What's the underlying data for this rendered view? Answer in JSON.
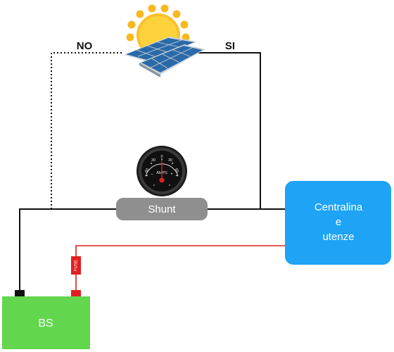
{
  "labels": {
    "no": "NO",
    "si": "SI",
    "shunt": "Shunt",
    "battery": "BS",
    "fuse": "FUSE",
    "controller_line1": "Centralina",
    "controller_line2": "e",
    "controller_line3": "utenze"
  },
  "gauge": {
    "unit": "AMPS",
    "ticks": [
      "60",
      "30",
      "0",
      "30",
      "60"
    ],
    "signs": [
      "–",
      "+"
    ]
  },
  "colors": {
    "controller": "#1ea3f5",
    "battery": "#62d64d",
    "shunt": "#8f8f8f",
    "sun": "#f8b81f",
    "panel": "#2b6aa8",
    "positive_wire": "#e02020",
    "negative_wire": "#111111"
  },
  "icons": {
    "solar_panel": "sun-with-solar-panels-icon",
    "gauge": "ammeter-gauge-icon"
  }
}
